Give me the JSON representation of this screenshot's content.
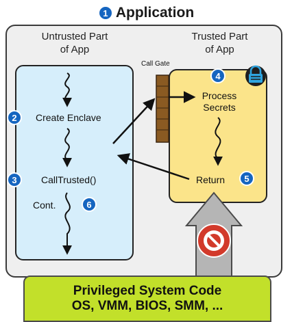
{
  "title": {
    "number": "1",
    "text": "Application"
  },
  "untrusted": {
    "label_line1": "Untrusted Part",
    "label_line2": "of App"
  },
  "trusted": {
    "label_line1": "Trusted Part",
    "label_line2": "of App"
  },
  "call_gate_label": "Call Gate",
  "steps": {
    "create_enclave": {
      "number": "2",
      "text": "Create Enclave"
    },
    "call_trusted": {
      "number": "3",
      "text": "CallTrusted()"
    },
    "process_secrets": {
      "number": "4",
      "line1": "Process",
      "line2": "Secrets"
    },
    "return_step": {
      "number": "5",
      "text": "Return"
    },
    "cont": {
      "number": "6",
      "text": "Cont."
    }
  },
  "privileged": {
    "line1": "Privileged System Code",
    "line2": "OS, VMM, BIOS, SMM, ..."
  },
  "icons": {
    "lock": "lock-icon",
    "blocked": "no-entry-icon"
  },
  "colors": {
    "untrusted_fill": "#d6eefb",
    "trusted_fill": "#fbe48a",
    "privileged_fill": "#c2e02a",
    "badge_blue": "#1565c0",
    "call_gate_brown": "#8a5a22",
    "blocked_red": "#d23a2b"
  }
}
